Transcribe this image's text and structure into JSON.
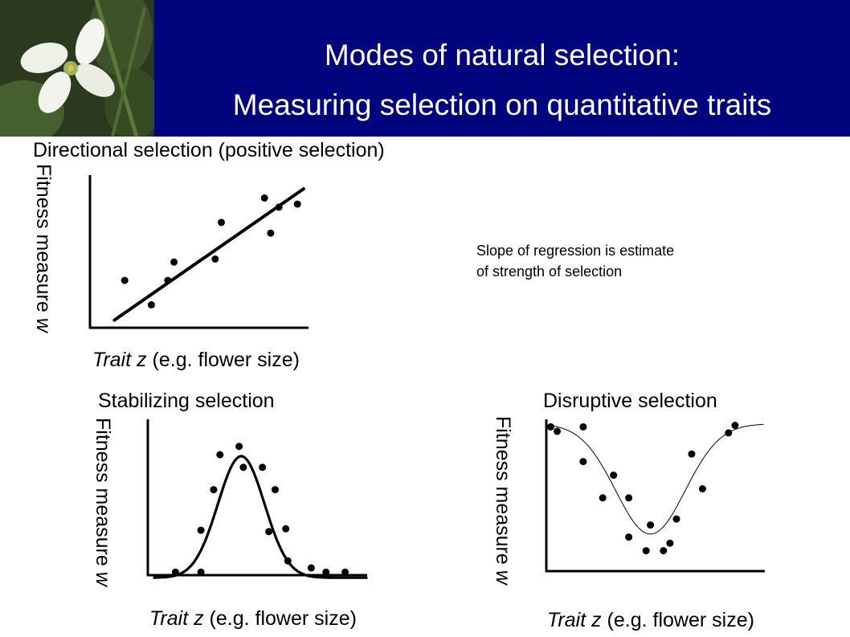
{
  "header": {
    "title_line1": "Modes of natural selection:",
    "title_line2": "Measuring selection on quantitative traits",
    "background_color": "#00057e",
    "photo_icon": "white-flower-photo"
  },
  "note": {
    "line1": "Slope of regression is estimate",
    "line2": "of strength of selection"
  },
  "chart_data": [
    {
      "type": "scatter",
      "title": "Directional selection (positive selection)",
      "xlabel_var": "Trait z",
      "xlabel_rest": " (e.g. flower size)",
      "ylabel_text": "Fitness measure ",
      "ylabel_var": "w",
      "xlim": [
        0,
        1
      ],
      "ylim": [
        0,
        1
      ],
      "points": [
        [
          0.11,
          0.31
        ],
        [
          0.24,
          0.15
        ],
        [
          0.32,
          0.31
        ],
        [
          0.35,
          0.43
        ],
        [
          0.55,
          0.45
        ],
        [
          0.58,
          0.69
        ],
        [
          0.79,
          0.85
        ],
        [
          0.82,
          0.62
        ],
        [
          0.86,
          0.79
        ],
        [
          0.95,
          0.81
        ]
      ],
      "fit": {
        "kind": "linear",
        "from": [
          0.06,
          0.05
        ],
        "to": [
          0.98,
          0.91
        ]
      }
    },
    {
      "type": "scatter",
      "title": "Stabilizing selection",
      "xlabel_var": "Trait z",
      "xlabel_rest": " (e.g. flower size)",
      "ylabel_text": "Fitness measure ",
      "ylabel_var": "w",
      "xlim": [
        0,
        1
      ],
      "ylim": [
        0,
        1
      ],
      "points": [
        [
          0.1,
          0.01
        ],
        [
          0.22,
          0.01
        ],
        [
          0.22,
          0.31
        ],
        [
          0.28,
          0.6
        ],
        [
          0.31,
          0.85
        ],
        [
          0.4,
          0.91
        ],
        [
          0.42,
          0.76
        ],
        [
          0.51,
          0.76
        ],
        [
          0.54,
          0.3
        ],
        [
          0.57,
          0.6
        ],
        [
          0.62,
          0.32
        ],
        [
          0.63,
          0.09
        ],
        [
          0.74,
          0.04
        ],
        [
          0.81,
          0.01
        ],
        [
          0.9,
          0.01
        ]
      ],
      "fit": {
        "kind": "gaussian",
        "mu": 0.41,
        "sigma": 0.11,
        "peak": 0.87,
        "base": -0.03
      }
    },
    {
      "type": "scatter",
      "title": "Disruptive selection",
      "xlabel_var": "Trait z",
      "xlabel_rest": " (e.g. flower size)",
      "ylabel_text": "Fitness measure ",
      "ylabel_var": "w",
      "xlim": [
        0,
        1
      ],
      "ylim": [
        0,
        1
      ],
      "points": [
        [
          0.02,
          0.95
        ],
        [
          0.05,
          0.92
        ],
        [
          0.17,
          0.95
        ],
        [
          0.17,
          0.72
        ],
        [
          0.31,
          0.63
        ],
        [
          0.26,
          0.48
        ],
        [
          0.38,
          0.48
        ],
        [
          0.38,
          0.22
        ],
        [
          0.46,
          0.13
        ],
        [
          0.48,
          0.3
        ],
        [
          0.54,
          0.13
        ],
        [
          0.57,
          0.18
        ],
        [
          0.6,
          0.34
        ],
        [
          0.67,
          0.77
        ],
        [
          0.72,
          0.54
        ],
        [
          0.84,
          0.91
        ],
        [
          0.87,
          0.96
        ]
      ],
      "fit": {
        "kind": "disruptive",
        "min_x": 0.48,
        "min_y": 0.24,
        "max_y": 0.97,
        "sigma": 0.16
      }
    }
  ]
}
